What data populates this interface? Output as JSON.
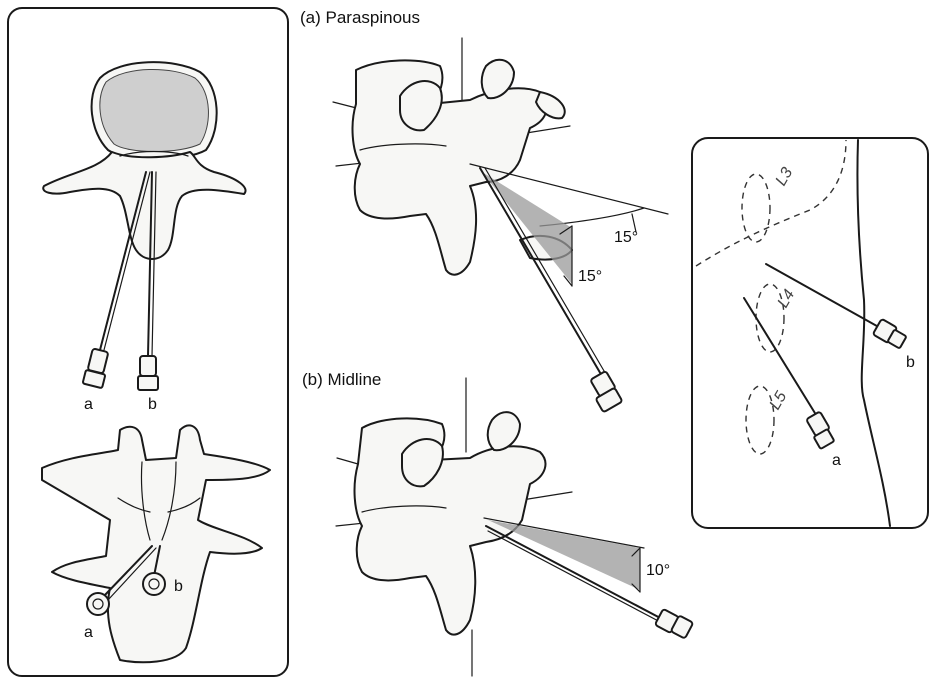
{
  "panels": {
    "paraspinous": {
      "title": "(a) Paraspinous",
      "angle1": "15°",
      "angle2": "15°"
    },
    "midline": {
      "title": "(b) Midline",
      "angle": "10°"
    },
    "left": {
      "top_label_a": "a",
      "top_label_b": "b",
      "bottom_label_a": "a",
      "bottom_label_b": "b"
    },
    "right": {
      "vertebra_l3": "L3",
      "vertebra_l4": "L4",
      "vertebra_l5": "L5",
      "needle_a": "a",
      "needle_b": "b"
    }
  }
}
